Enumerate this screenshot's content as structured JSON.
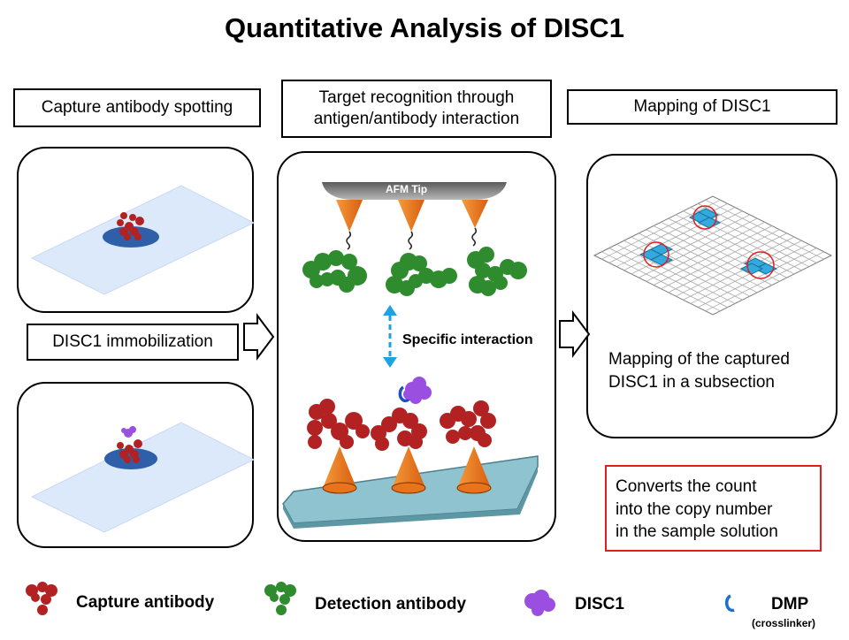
{
  "title": "Quantitative Analysis of DISC1",
  "steps": {
    "spotting": "Capture antibody spotting",
    "immobilization": "DISC1 immobilization",
    "recognition_line1": "Target recognition through",
    "recognition_line2": "antigen/antibody interaction",
    "mapping": "Mapping of DISC1"
  },
  "afm_tip_label": "AFM Tip",
  "specific_interaction": "Specific interaction",
  "mapping_desc_line1": "Mapping of the captured",
  "mapping_desc_line2": "DISC1 in a subsection",
  "converts_line1": "Converts the count",
  "converts_line2": "into the copy number",
  "converts_line3": "in the sample solution",
  "legend": {
    "capture": "Capture antibody",
    "detection": "Detection antibody",
    "disc1": "DISC1",
    "dmp": "DMP",
    "dmp_sub": "(crosslinker)"
  },
  "colors": {
    "capture_antibody": "#b22222",
    "detection_antibody": "#2e8b2e",
    "disc1": "#9b4fe0",
    "afm_cone": "#e8731a",
    "substrate": "#8fc3cf",
    "grid_highlight": "#33aadd",
    "converts_border": "#e02020"
  }
}
